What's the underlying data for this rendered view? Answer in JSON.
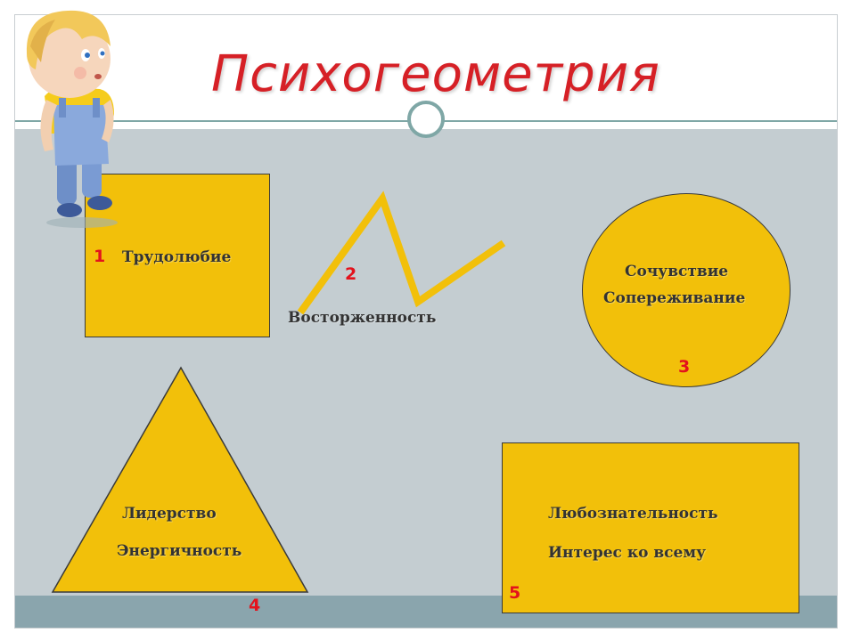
{
  "slide": {
    "title": "Психогеометрия",
    "colors": {
      "title": "#d62026",
      "shape_fill": "#f2c00a",
      "background": "#c4cdd1",
      "number": "#e3121c"
    }
  },
  "shapes": {
    "square": {
      "number": "1",
      "lines": [
        "Трудолюбие"
      ]
    },
    "zigzag": {
      "number": "2",
      "lines": [
        "Восторженность"
      ]
    },
    "circle": {
      "number": "3",
      "lines": [
        "Сочувствие",
        "Сопереживание"
      ]
    },
    "triangle": {
      "number": "4",
      "lines": [
        "Лидерство",
        "Энергичность"
      ]
    },
    "rectangle": {
      "number": "5",
      "lines": [
        "Любознательность",
        "Интерес ко всему"
      ]
    }
  },
  "illustration": {
    "icon": "child-illustration"
  }
}
